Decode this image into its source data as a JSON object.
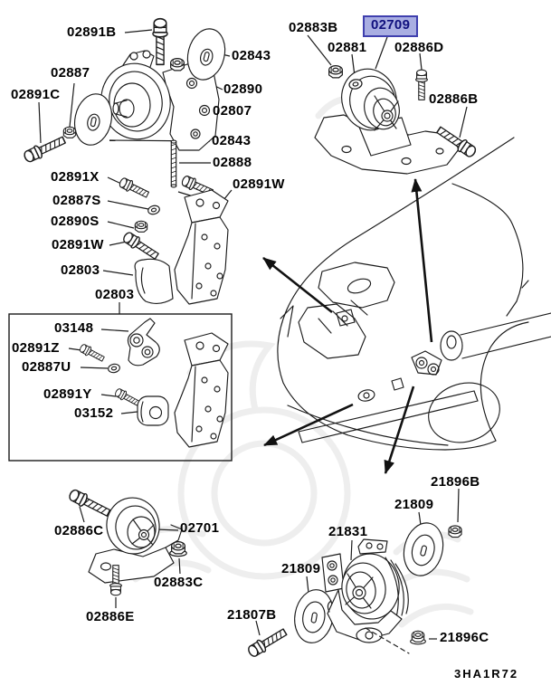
{
  "theme": {
    "hl-bg": "#a9aee2",
    "hl-border": "#3f3fae",
    "hl-text": "#10107e"
  },
  "diagram_code": "3HA1R72",
  "highlighted_part": "02709",
  "labels": {
    "n02891B": "02891B",
    "n02843r": "02843",
    "n02890": "02890",
    "n02807": "02807",
    "n02843l": "02843",
    "n02888": "02888",
    "n02891Wr": "02891W",
    "n02887": "02887",
    "n02891C": "02891C",
    "n02891X": "02891X",
    "n02887S": "02887S",
    "n02890S": "02890S",
    "n02891Wl": "02891W",
    "n02803a": "02803",
    "n02803b": "02803",
    "n03148": "03148",
    "n02891Z": "02891Z",
    "n02887U": "02887U",
    "n02891Y": "02891Y",
    "n03152": "03152",
    "n02883B": "02883B",
    "n02709": "02709",
    "n02881": "02881",
    "n02886D": "02886D",
    "n02886B": "02886B",
    "n02886C": "02886C",
    "n02701": "02701",
    "n02883C": "02883C",
    "n02886E": "02886E",
    "n21896B": "21896B",
    "n21809r": "21809",
    "n21831": "21831",
    "n21809l": "21809",
    "n21807B": "21807B",
    "n21896C": "21896C"
  }
}
